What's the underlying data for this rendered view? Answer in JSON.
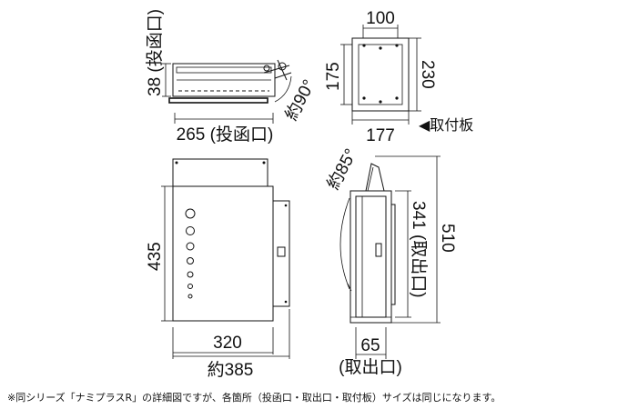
{
  "top_view": {
    "height_label": "38 (投函口)",
    "width_label": "265 (投函口)",
    "angle_label": "約90°"
  },
  "mount_plate": {
    "top_label": "100",
    "bottom_label": "177",
    "left_label": "175",
    "right_label": "230",
    "caption": "◀取付板"
  },
  "front_view": {
    "height_label": "435",
    "width_label": "320",
    "overall_width_label": "約385"
  },
  "side_view": {
    "angle_label": "約85°",
    "outlet_height_label": "341 (取出口)",
    "total_height_label": "510",
    "depth_label": "65",
    "depth_caption": "(取出口)"
  },
  "footnote": "※同シリーズ「ナミプラスR」の詳細図ですが、各箇所（投函口・取出口・取付板）サイズは同じになります。"
}
